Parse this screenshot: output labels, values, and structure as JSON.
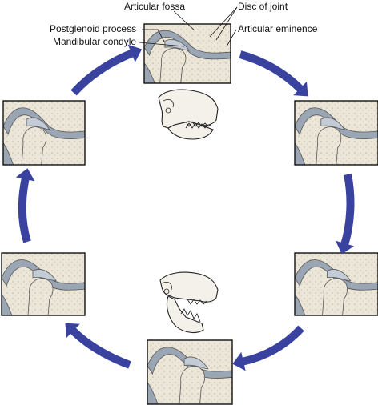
{
  "labels": {
    "articular_fossa": "Articular fossa",
    "disc_of_joint": "Disc of joint",
    "postglenoid_process": "Postglenoid process",
    "articular_eminence": "Articular eminence",
    "mandibular_condyle": "Mandibular condyle"
  },
  "colors": {
    "arrow": "#3a42a0",
    "bone": "#e9e3d6",
    "bone_dots": "#cfc6b2",
    "disc": "#9aa6b4",
    "disc_light": "#c3ccd6",
    "skull_outline": "#222222"
  },
  "panels": [
    {
      "id": "top",
      "condyle_offset": 0
    },
    {
      "id": "upper-right",
      "condyle_offset": 0.25
    },
    {
      "id": "lower-right",
      "condyle_offset": 0.5
    },
    {
      "id": "bottom",
      "condyle_offset": 0.65
    },
    {
      "id": "lower-left",
      "condyle_offset": 0.45
    },
    {
      "id": "upper-left",
      "condyle_offset": 0.15
    }
  ],
  "skulls": [
    {
      "id": "mouth-closed",
      "state": "closed"
    },
    {
      "id": "mouth-open",
      "state": "open"
    }
  ]
}
